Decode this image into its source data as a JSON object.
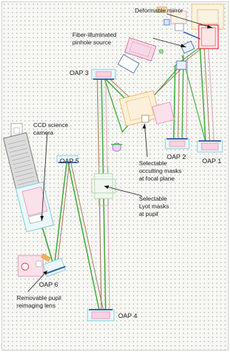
{
  "labels": {
    "deformable_mirror": "Deformable mirror",
    "fiber_line1": "Fiber-illuminated",
    "fiber_line2": "pinhole source",
    "oap3": "OAP 3",
    "oap2": "OAP 2",
    "oap1": "OAP 1",
    "ccd_line1": "CCD science",
    "ccd_line2": "camera",
    "oap5": "OAP 5",
    "occ_line1": "Selectable",
    "occ_line2": "occulting masks",
    "occ_line3": "at focal plane",
    "lyot_line1": "Selectable",
    "lyot_line2": "Lyot masks",
    "lyot_line3": "at pupil",
    "oap6": "OAP 6",
    "lens_line1": "Removable pupil",
    "lens_line2": "reimaging lens",
    "oap4": "OAP 4"
  },
  "colors": {
    "beam_green": "#3fae3a",
    "beam_brown": "#9a6a4a",
    "beam_pink": "#d98aa8",
    "mount_cyan": "#7fd0d6",
    "mount_blue": "#3a5ea8",
    "mount_pink": "#e58fb6",
    "mount_orange": "#f0b35c",
    "dm_red": "#e0303a",
    "ccd_gray": "#8f8f8f"
  }
}
